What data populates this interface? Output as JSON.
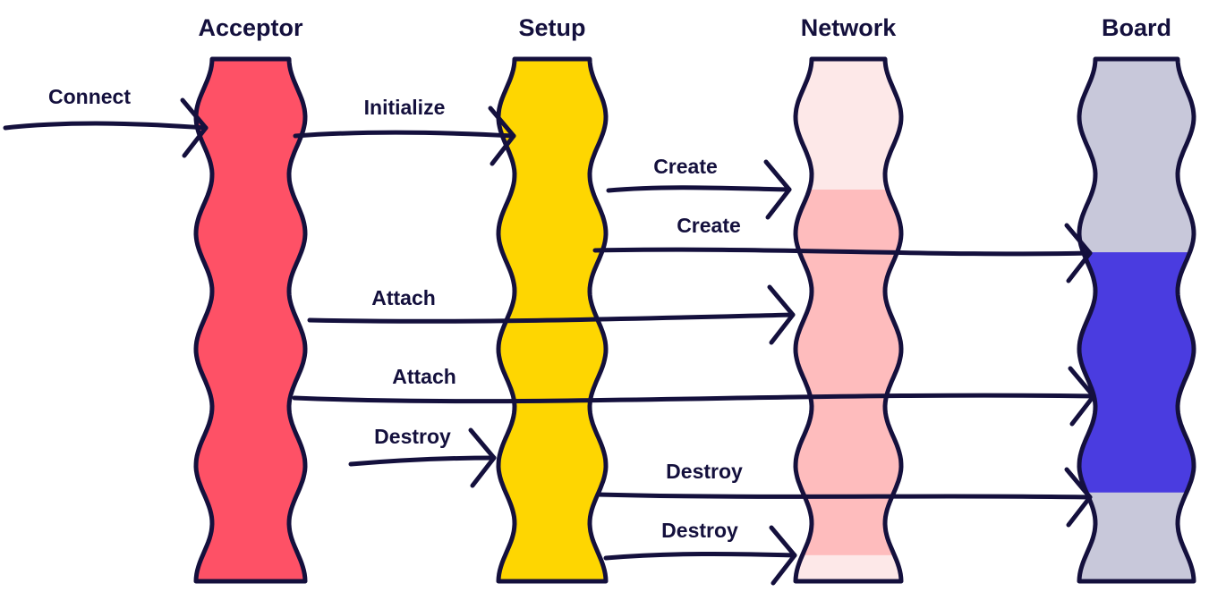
{
  "diagram": {
    "lifelines": [
      {
        "id": "acceptor",
        "title": "Acceptor",
        "fill": "#fe5166",
        "segments": [
          {
            "from": 0,
            "to": 1,
            "color": "#fe5166"
          }
        ]
      },
      {
        "id": "setup",
        "title": "Setup",
        "fill": "#fed601",
        "segments": [
          {
            "from": 0,
            "to": 1,
            "color": "#fed601"
          }
        ]
      },
      {
        "id": "network",
        "title": "Network",
        "fill": "#fde8e8",
        "segments": [
          {
            "from": 0,
            "to": 0.25,
            "color": "#fde8e8"
          },
          {
            "from": 0.25,
            "to": 0.95,
            "color": "#febcbd"
          },
          {
            "from": 0.95,
            "to": 1,
            "color": "#fde8e8"
          }
        ]
      },
      {
        "id": "board",
        "title": "Board",
        "fill": "#c8c8da",
        "segments": [
          {
            "from": 0,
            "to": 0.37,
            "color": "#c8c8da"
          },
          {
            "from": 0.37,
            "to": 0.83,
            "color": "#4a3ce0"
          },
          {
            "from": 0.83,
            "to": 1,
            "color": "#c8c8da"
          }
        ]
      }
    ],
    "messages": [
      {
        "label": "Connect",
        "from": "outside",
        "to": "acceptor"
      },
      {
        "label": "Initialize",
        "from": "acceptor",
        "to": "setup"
      },
      {
        "label": "Create",
        "from": "setup",
        "to": "network"
      },
      {
        "label": "Create",
        "from": "setup",
        "to": "board"
      },
      {
        "label": "Attach",
        "from": "acceptor",
        "to": "network"
      },
      {
        "label": "Attach",
        "from": "acceptor",
        "to": "board"
      },
      {
        "label": "Destroy",
        "from": "outside",
        "to": "setup"
      },
      {
        "label": "Destroy",
        "from": "setup",
        "to": "board"
      },
      {
        "label": "Destroy",
        "from": "setup",
        "to": "network"
      }
    ],
    "line_color": "#14103d"
  }
}
